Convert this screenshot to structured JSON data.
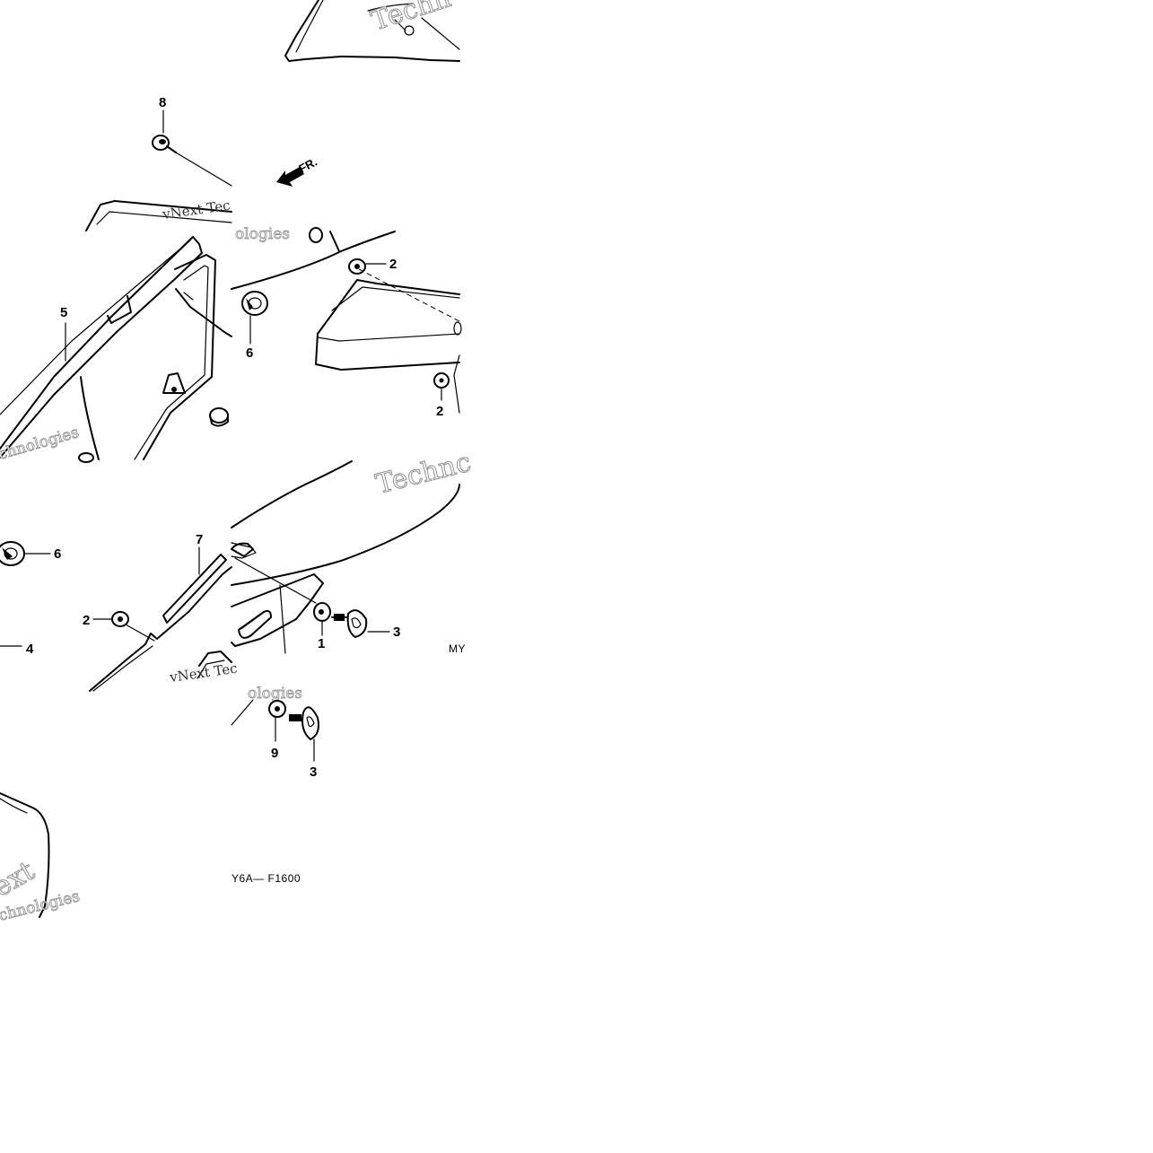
{
  "diagram": {
    "callouts": {
      "c1": "1",
      "c2a": "2",
      "c2b": "2",
      "c2c": "2",
      "c3a": "3",
      "c3b": "3",
      "c4": "4",
      "c5": "5",
      "c6a": "6",
      "c6b": "6",
      "c7": "7",
      "c8": "8",
      "c9": "9"
    },
    "direction_label": "FR.",
    "figure_code": "Y6A— F1600",
    "edge_code": "MY",
    "watermarks": {
      "w1": "Techn",
      "w2": "vNext Tec",
      "w3": "ologies",
      "w4": "chnologies",
      "w5": "Technc",
      "w6": "vNext Tec",
      "w7": "ologies",
      "w8": "ext",
      "w9": "chnologies"
    }
  }
}
